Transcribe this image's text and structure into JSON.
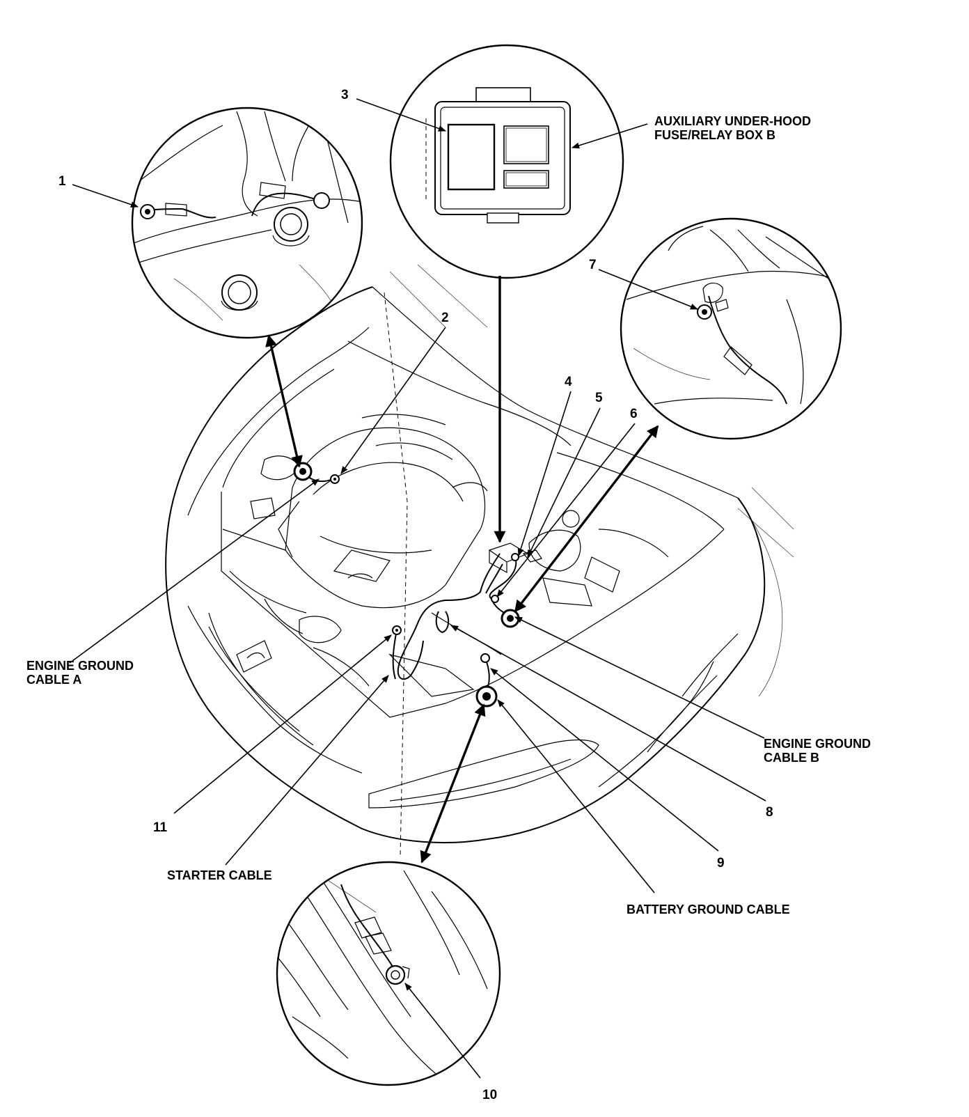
{
  "diagram": {
    "callouts": {
      "c1": "1",
      "c2": "2",
      "c3": "3",
      "c4": "4",
      "c5": "5",
      "c6": "6",
      "c7": "7",
      "c8": "8",
      "c9": "9",
      "c10": "10",
      "c11": "11"
    },
    "labels": {
      "aux_box_line1": "AUXILIARY UNDER-HOOD",
      "aux_box_line2": "FUSE/RELAY BOX B",
      "engine_ground_a_line1": "ENGINE GROUND",
      "engine_ground_a_line2": "CABLE A",
      "engine_ground_b_line1": "ENGINE GROUND",
      "engine_ground_b_line2": "CABLE B",
      "starter_cable": "STARTER CABLE",
      "battery_ground_cable": "BATTERY GROUND CABLE"
    }
  }
}
